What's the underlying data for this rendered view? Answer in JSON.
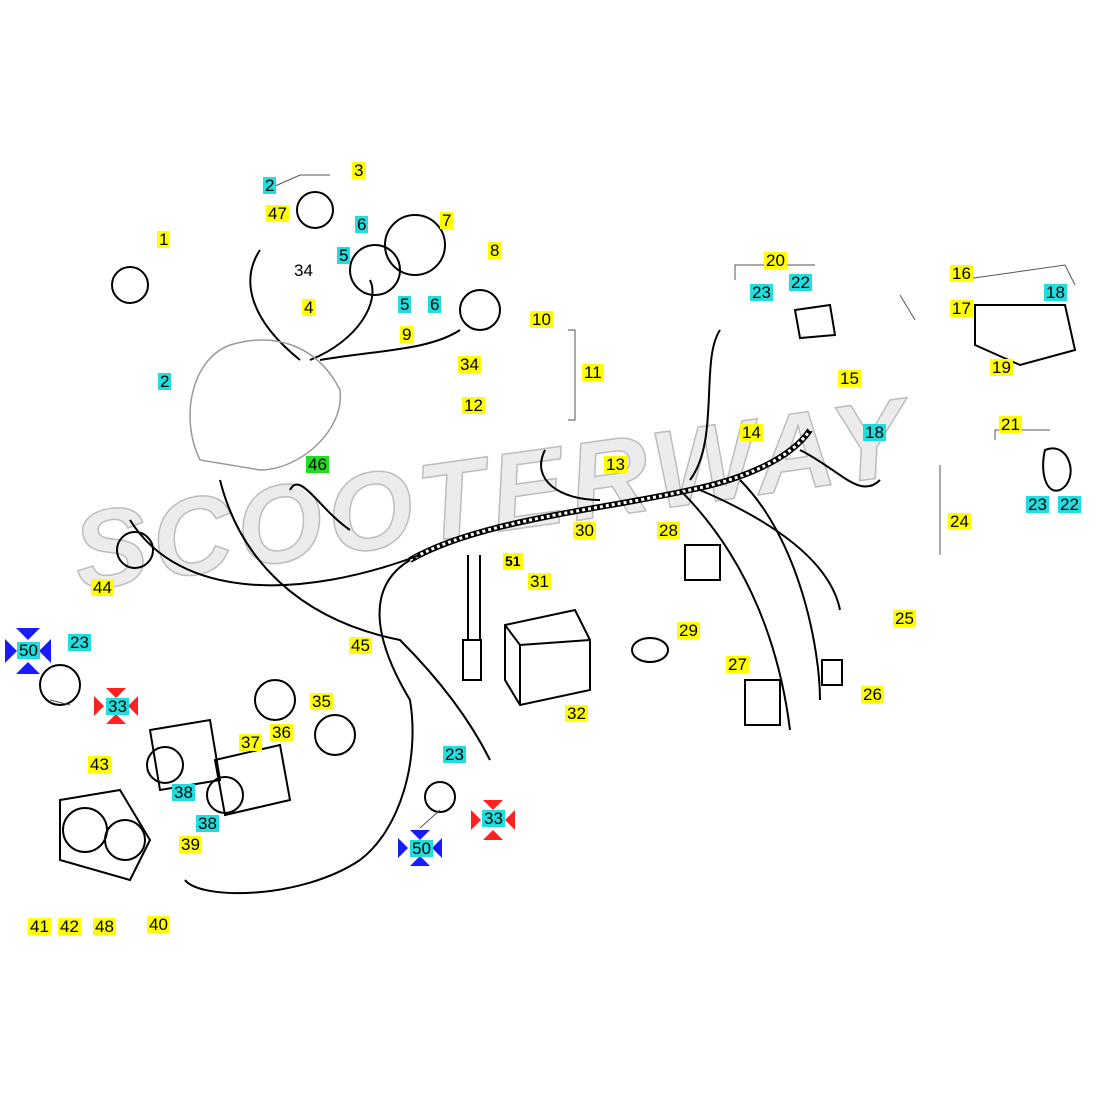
{
  "diagram": {
    "watermark": "SCOOTERWAY",
    "labels": [
      {
        "text": "1",
        "kind": "yellow"
      },
      {
        "text": "2",
        "kind": "cyan"
      },
      {
        "text": "3",
        "kind": "yellow"
      },
      {
        "text": "47",
        "kind": "yellow"
      },
      {
        "text": "34",
        "kind": "plain"
      },
      {
        "text": "6",
        "kind": "cyan"
      },
      {
        "text": "7",
        "kind": "yellow"
      },
      {
        "text": "5",
        "kind": "cyan"
      },
      {
        "text": "5",
        "kind": "cyan"
      },
      {
        "text": "4",
        "kind": "yellow"
      },
      {
        "text": "9",
        "kind": "yellow"
      },
      {
        "text": "8",
        "kind": "yellow"
      },
      {
        "text": "6",
        "kind": "cyan"
      },
      {
        "text": "34",
        "kind": "yellow"
      },
      {
        "text": "2",
        "kind": "cyan"
      },
      {
        "text": "10",
        "kind": "yellow"
      },
      {
        "text": "11",
        "kind": "yellow"
      },
      {
        "text": "12",
        "kind": "yellow"
      },
      {
        "text": "13",
        "kind": "yellow"
      },
      {
        "text": "14",
        "kind": "yellow"
      },
      {
        "text": "20",
        "kind": "yellow"
      },
      {
        "text": "23",
        "kind": "cyan"
      },
      {
        "text": "22",
        "kind": "cyan"
      },
      {
        "text": "15",
        "kind": "yellow"
      },
      {
        "text": "16",
        "kind": "yellow"
      },
      {
        "text": "17",
        "kind": "yellow"
      },
      {
        "text": "18",
        "kind": "cyan"
      },
      {
        "text": "19",
        "kind": "yellow"
      },
      {
        "text": "18",
        "kind": "cyan"
      },
      {
        "text": "21",
        "kind": "yellow"
      },
      {
        "text": "24",
        "kind": "yellow"
      },
      {
        "text": "23",
        "kind": "cyan"
      },
      {
        "text": "22",
        "kind": "cyan"
      },
      {
        "text": "46",
        "kind": "green"
      },
      {
        "text": "44",
        "kind": "yellow"
      },
      {
        "text": "30",
        "kind": "yellow"
      },
      {
        "text": "51",
        "kind": "yellow"
      },
      {
        "text": "31",
        "kind": "yellow"
      },
      {
        "text": "28",
        "kind": "yellow"
      },
      {
        "text": "29",
        "kind": "yellow"
      },
      {
        "text": "25",
        "kind": "yellow"
      },
      {
        "text": "26",
        "kind": "yellow"
      },
      {
        "text": "27",
        "kind": "yellow"
      },
      {
        "text": "45",
        "kind": "yellow"
      },
      {
        "text": "32",
        "kind": "yellow"
      },
      {
        "text": "23",
        "kind": "cyan"
      },
      {
        "text": "50",
        "kind": "cyan"
      },
      {
        "text": "33",
        "kind": "cyan"
      },
      {
        "text": "35",
        "kind": "yellow"
      },
      {
        "text": "37",
        "kind": "yellow"
      },
      {
        "text": "36",
        "kind": "yellow"
      },
      {
        "text": "43",
        "kind": "yellow"
      },
      {
        "text": "38",
        "kind": "cyan"
      },
      {
        "text": "38",
        "kind": "cyan"
      },
      {
        "text": "39",
        "kind": "yellow"
      },
      {
        "text": "23",
        "kind": "cyan"
      },
      {
        "text": "33",
        "kind": "cyan"
      },
      {
        "text": "50",
        "kind": "cyan"
      },
      {
        "text": "41",
        "kind": "yellow"
      },
      {
        "text": "42",
        "kind": "yellow"
      },
      {
        "text": "48",
        "kind": "yellow"
      },
      {
        "text": "40",
        "kind": "yellow"
      }
    ],
    "colors": {
      "yellow": "#ffff00",
      "cyan": "#22dddd",
      "green": "#22dd22",
      "marker_blue": "#1a1aff",
      "marker_red": "#ff2020"
    }
  }
}
